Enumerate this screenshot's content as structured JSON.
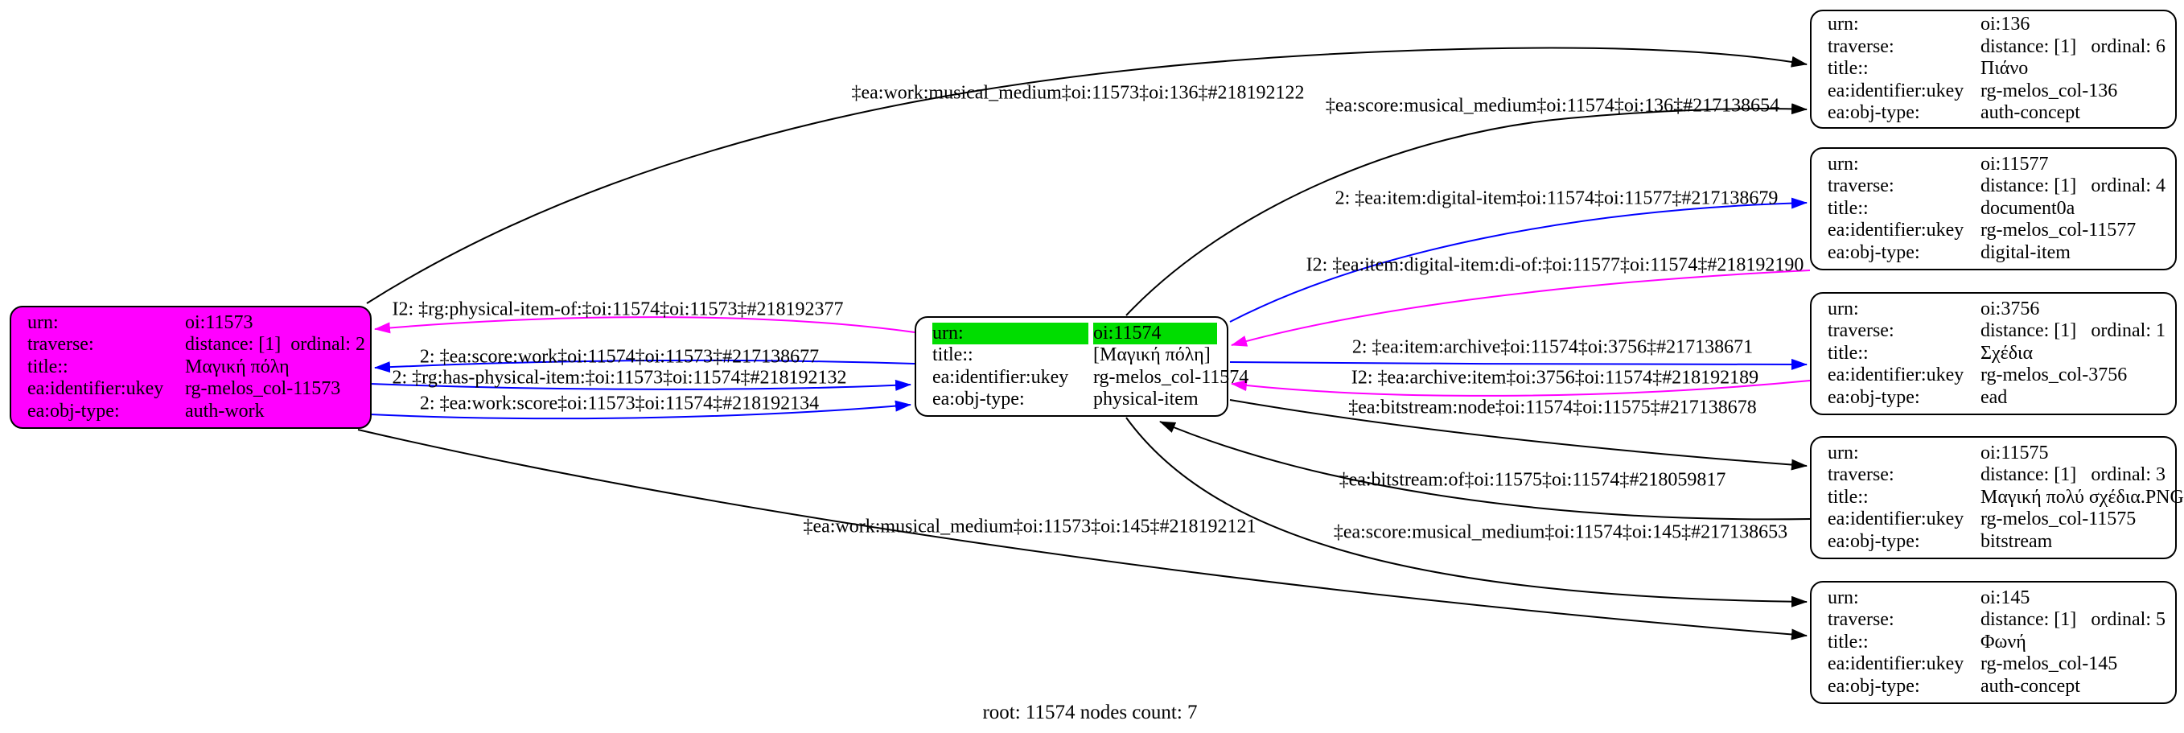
{
  "colors": {
    "node_magenta": "#FF00FF",
    "highlight_green": "#00DD00",
    "edge_blue": "#0000FF",
    "edge_magenta": "#FF00FF",
    "edge_black": "#000000"
  },
  "footer": {
    "text": "root: 11574 nodes count: 7"
  },
  "nodes": {
    "oi11573": {
      "rows": [
        {
          "k": "urn:",
          "v": "oi:11573"
        },
        {
          "k": "traverse:",
          "v": "distance: [1]",
          "o": "ordinal: 2"
        },
        {
          "k": "title::",
          "v": "Μαγική πόλη"
        },
        {
          "k": "ea:identifier:ukey",
          "v": "rg-melos_col-11573"
        },
        {
          "k": "ea:obj-type:",
          "v": "auth-work"
        }
      ]
    },
    "oi11574": {
      "rows": [
        {
          "k": "urn:",
          "v": "oi:11574"
        },
        {
          "k": "title::",
          "v": "[Μαγική πόλη]"
        },
        {
          "k": "ea:identifier:ukey",
          "v": "rg-melos_col-11574"
        },
        {
          "k": "ea:obj-type:",
          "v": "physical-item"
        }
      ]
    },
    "oi136": {
      "rows": [
        {
          "k": "urn:",
          "v": "oi:136"
        },
        {
          "k": "traverse:",
          "v": "distance: [1]",
          "o": "ordinal: 6"
        },
        {
          "k": "title::",
          "v": "Πιάνο"
        },
        {
          "k": "ea:identifier:ukey",
          "v": "rg-melos_col-136"
        },
        {
          "k": "ea:obj-type:",
          "v": "auth-concept"
        }
      ]
    },
    "oi11577": {
      "rows": [
        {
          "k": "urn:",
          "v": "oi:11577"
        },
        {
          "k": "traverse:",
          "v": "distance: [1]",
          "o": "ordinal: 4"
        },
        {
          "k": "title::",
          "v": "document0a"
        },
        {
          "k": "ea:identifier:ukey",
          "v": "rg-melos_col-11577"
        },
        {
          "k": "ea:obj-type:",
          "v": "digital-item"
        }
      ]
    },
    "oi3756": {
      "rows": [
        {
          "k": "urn:",
          "v": "oi:3756"
        },
        {
          "k": "traverse:",
          "v": "distance: [1]",
          "o": "ordinal: 1"
        },
        {
          "k": "title::",
          "v": "Σχέδια"
        },
        {
          "k": "ea:identifier:ukey",
          "v": "rg-melos_col-3756"
        },
        {
          "k": "ea:obj-type:",
          "v": "ead"
        }
      ]
    },
    "oi11575": {
      "rows": [
        {
          "k": "urn:",
          "v": "oi:11575"
        },
        {
          "k": "traverse:",
          "v": "distance: [1]",
          "o": "ordinal: 3"
        },
        {
          "k": "title::",
          "v": "Μαγική πολύ σχέδια.PNG"
        },
        {
          "k": "ea:identifier:ukey",
          "v": "rg-melos_col-11575"
        },
        {
          "k": "ea:obj-type:",
          "v": "bitstream"
        }
      ]
    },
    "oi145": {
      "rows": [
        {
          "k": "urn:",
          "v": "oi:145"
        },
        {
          "k": "traverse:",
          "v": "distance: [1]",
          "o": "ordinal: 5"
        },
        {
          "k": "title::",
          "v": "Φωνή"
        },
        {
          "k": "ea:identifier:ukey",
          "v": "rg-melos_col-145"
        },
        {
          "k": "ea:obj-type:",
          "v": "auth-concept"
        }
      ]
    }
  },
  "edge_labels": [
    {
      "text": "‡ea:work:musical_medium‡oi:11573‡oi:136‡#218192122"
    },
    {
      "text": "‡ea:score:musical_medium‡oi:11574‡oi:136‡#217138654"
    },
    {
      "text": "I2: ‡rg:physical-item-of:‡oi:11574‡oi:11573‡#218192377"
    },
    {
      "text": "2: ‡ea:score:work‡oi:11574‡oi:11573‡#217138677"
    },
    {
      "text": "2: ‡rg:has-physical-item:‡oi:11573‡oi:11574‡#218192132"
    },
    {
      "text": "2: ‡ea:work:score‡oi:11573‡oi:11574‡#218192134"
    },
    {
      "text": "2: ‡ea:item:digital-item‡oi:11574‡oi:11577‡#217138679"
    },
    {
      "text": "I2: ‡ea:item:digital-item:di-of:‡oi:11577‡oi:11574‡#218192190"
    },
    {
      "text": "2: ‡ea:item:archive‡oi:11574‡oi:3756‡#217138671"
    },
    {
      "text": "I2: ‡ea:archive:item‡oi:3756‡oi:11574‡#218192189"
    },
    {
      "text": "‡ea:bitstream:node‡oi:11574‡oi:11575‡#217138678"
    },
    {
      "text": "‡ea:bitstream:of‡oi:11575‡oi:11574‡#218059817"
    },
    {
      "text": "‡ea:score:musical_medium‡oi:11574‡oi:145‡#217138653"
    },
    {
      "text": "‡ea:work:musical_medium‡oi:11573‡oi:145‡#218192121"
    }
  ]
}
